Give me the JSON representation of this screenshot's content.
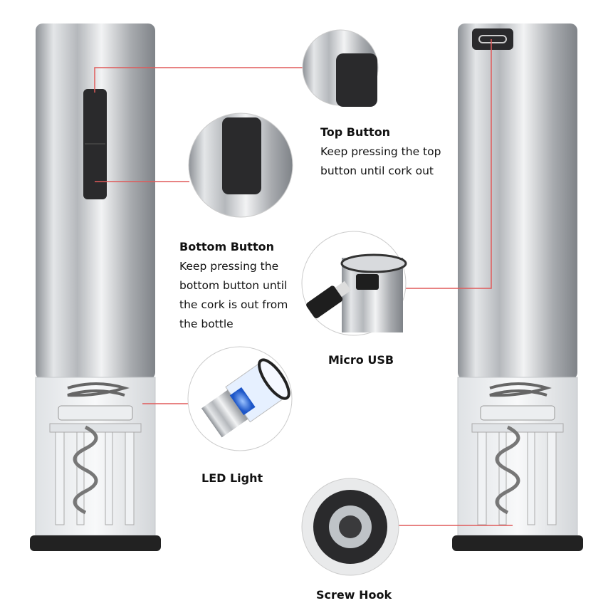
{
  "labels": {
    "top_button": {
      "title": "Top Button",
      "description": "Keep pressing the top button until cork out"
    },
    "bottom_button": {
      "title": "Bottom Button",
      "description": "Keep pressing the bottom button until the cork is out from the bottle"
    },
    "micro_usb": {
      "title": "Micro USB"
    },
    "led_light": {
      "title": "LED Light"
    },
    "screw_hook": {
      "title": "Screw Hook"
    }
  },
  "colors": {
    "callout_line": "#e05a5a",
    "led_blue": "#2a6fe0",
    "steel": "#c9cbce"
  }
}
